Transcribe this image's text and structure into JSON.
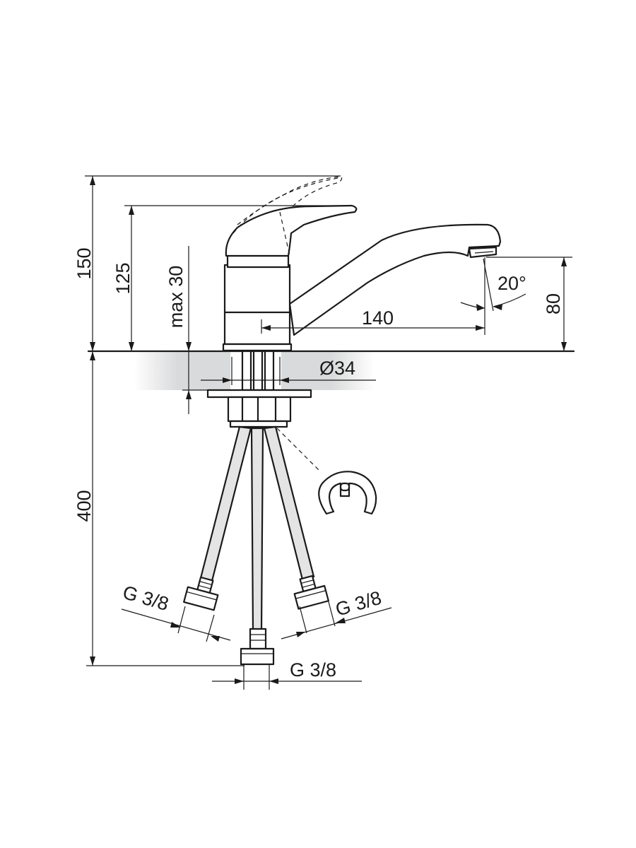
{
  "dimensions": {
    "total_height": "150",
    "lever_height": "125",
    "countertop_thickness": "max 30",
    "spout_height": "80",
    "spout_reach": "140",
    "spout_angle": "20°",
    "hole_diameter": "Ø34",
    "hose_length": "400",
    "left_connection": "G 3/8",
    "right_connection": "G 3/8",
    "center_connection": "G 3/8"
  },
  "colors": {
    "line": "#1a1a1a",
    "hose_fill": "#e4e4e4",
    "countertop_shade": "#d9dadb"
  }
}
